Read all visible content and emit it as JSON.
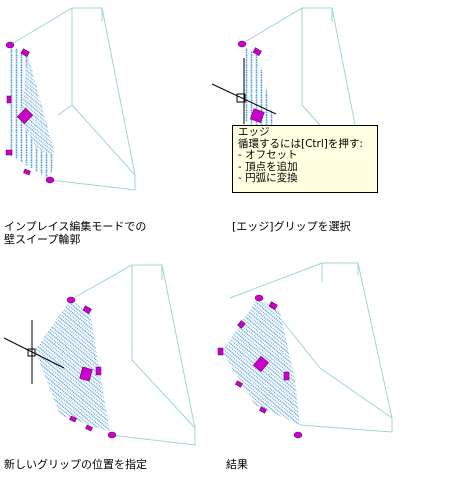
{
  "captions": {
    "panel1": [
      "インプレイス編集モードでの",
      "壁スイープ輪郭"
    ],
    "panel2": "[エッジ]グリップを選択",
    "panel3": "新しいグリップの位置を指定",
    "panel4": "結果"
  },
  "tooltip": {
    "title": "エッジ",
    "hint": "循環するには[Ctrl]を押す:",
    "options": [
      "- オフセット",
      "- 頂点を追加",
      "- 円弧に変換"
    ]
  },
  "colors": {
    "wireframe": "#9fd6cf",
    "profile_hatch": "#5aa0dc",
    "grip": "#cc00cc",
    "tooltip_bg": "#ffffe1"
  }
}
